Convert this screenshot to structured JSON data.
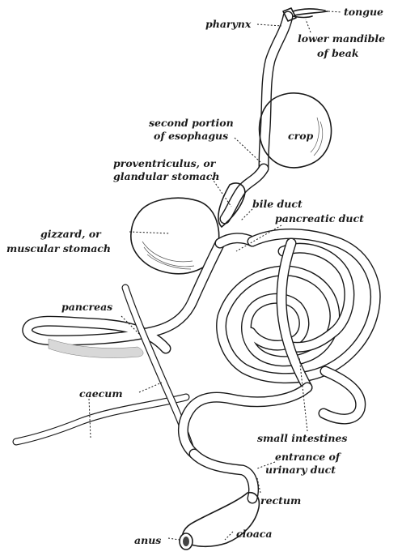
{
  "labels": {
    "pharynx": "pharynx",
    "tongue": "tongue",
    "lower_mandible_1": "lower mandible",
    "lower_mandible_2": "of beak",
    "second_portion_1": "second portion",
    "second_portion_2": "of esophagus",
    "crop": "crop",
    "proventriculus_1": "proventriculus, or",
    "proventriculus_2": "glandular stomach",
    "bile_duct": "bile duct",
    "pancreatic_duct": "pancreatic duct",
    "gizzard_1": "gizzard, or",
    "gizzard_2": "muscular stomach",
    "pancreas": "pancreas",
    "caecum": "caecum",
    "small_intestines": "small intestines",
    "entrance_1": "entrance of",
    "entrance_2": "urinary duct",
    "rectum": "rectum",
    "anus": "anus",
    "cloaca": "cloaca"
  }
}
